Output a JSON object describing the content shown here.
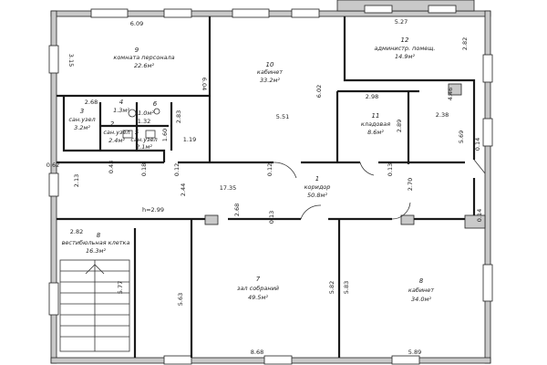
{
  "rooms": [
    {
      "id": "r9",
      "num": "9",
      "name": "комната персонала",
      "area": "22.6м²"
    },
    {
      "id": "r10",
      "num": "10",
      "name": "кабинет",
      "area": "33.2м²"
    },
    {
      "id": "r12",
      "num": "12",
      "name": "администр. помещ.",
      "area": "14.9м²"
    },
    {
      "id": "r11",
      "num": "11",
      "name": "кладовая",
      "area": "8.6м²"
    },
    {
      "id": "r1",
      "num": "1",
      "name": "коридор",
      "area": "50.8м²"
    },
    {
      "id": "r3",
      "num": "3",
      "name": "сан.узел",
      "area": "3.2м²"
    },
    {
      "id": "r2",
      "num": "2",
      "name": "сан.узел",
      "area": "2.4м²"
    },
    {
      "id": "r4",
      "num": "4",
      "name": "",
      "area": "1.3м²"
    },
    {
      "id": "r6",
      "num": "6",
      "name": "",
      "area": "1.0м²"
    },
    {
      "id": "r5",
      "num": "5",
      "name": "сан.узел",
      "area": "2.1м²"
    },
    {
      "id": "r8",
      "num": "8",
      "name": "вестибюльная клетка",
      "area": "16.3м²"
    },
    {
      "id": "r7",
      "num": "7",
      "name": "зал собраний",
      "area": "49.5м²"
    },
    {
      "id": "r8b",
      "num": "8",
      "name": "кабинет",
      "area": "34.0м²"
    }
  ],
  "dimensions": {
    "d609": "6.09",
    "d604": "6.04",
    "d527": "5.27",
    "d282a": "2.82",
    "d315": "3.15",
    "d602": "6.02",
    "d551": "5.51",
    "d298": "2.98",
    "d289": "2.89",
    "d238": "2.38",
    "d569": "5.69",
    "d014": "0.14",
    "d446": "4.46",
    "d268a": "2.68",
    "d132": "1.32",
    "d160": "1.60",
    "d283": "2.83",
    "d119": "1.19",
    "d062": "0.62",
    "d213": "2.13",
    "d043": "0.43",
    "d018": "0.18",
    "d012a": "0.12",
    "d244": "2.44",
    "d1735": "17.35",
    "d012b": "0.12",
    "d268b": "2.68",
    "d013a": "0.13",
    "d013b": "0.13",
    "d270": "2.70",
    "dh": "h=2.99",
    "d282b": "2.82",
    "d582": "5.82",
    "d583": "5.83",
    "d563": "5.63",
    "d577": "5.77",
    "d868": "8.68",
    "d589": "5.89",
    "d014b": "0.14"
  },
  "colors": {
    "wall": "#1a1a1a",
    "paper": "#ffffff",
    "hatch": "#c9c9c9"
  }
}
